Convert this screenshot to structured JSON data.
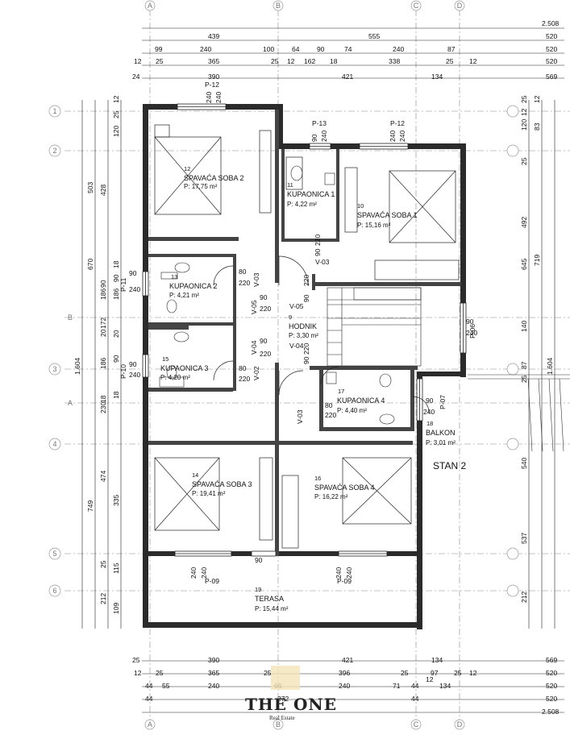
{
  "grid": {
    "columns": [
      "A",
      "B",
      "C",
      "D"
    ],
    "rows": [
      "1",
      "2",
      "3",
      "4",
      "5",
      "6",
      "A",
      "B"
    ]
  },
  "top_dims": {
    "row1": [
      "2.508"
    ],
    "row2": [
      "439",
      "555",
      "520"
    ],
    "row3": [
      "99",
      "240",
      "100",
      "64",
      "90",
      "74",
      "240",
      "87",
      "520"
    ],
    "row4": [
      "12",
      "25",
      "365",
      "25",
      "12",
      "162",
      "18",
      "338",
      "25",
      "12",
      "520"
    ],
    "row5": [
      "24",
      "390",
      "421",
      "134",
      "569"
    ]
  },
  "bottom_dims": {
    "row1": [
      "25",
      "390",
      "421",
      "134",
      "569"
    ],
    "row2": [
      "12",
      "25",
      "365",
      "25",
      "396",
      "25",
      "97",
      "25",
      "12",
      "520"
    ],
    "row3": [
      "44",
      "55",
      "240",
      "66",
      "240",
      "71",
      "44",
      "12",
      "134",
      "520"
    ],
    "row4": [
      "44",
      "272",
      "44",
      "520"
    ],
    "row5": [
      "2.508"
    ]
  },
  "left_dims": {
    "outer": [
      "1.604"
    ],
    "mid": [
      "503",
      "670",
      "749"
    ],
    "inner": [
      "428",
      "90",
      "186",
      "172",
      "20",
      "186",
      "18",
      "230",
      "474",
      "25",
      "212"
    ],
    "innermost": [
      "12",
      "25",
      "120",
      "18",
      "90",
      "186",
      "20",
      "90",
      "18",
      "335",
      "115",
      "109"
    ]
  },
  "right_dims": {
    "a": [
      "25",
      "12",
      "120",
      "25",
      "492",
      "645",
      "140",
      "25",
      "87",
      "540",
      "537",
      "212"
    ],
    "b": [
      "12",
      "83",
      "719",
      "1.604"
    ]
  },
  "openings": {
    "p12_top": "P-12",
    "p13": "P-13",
    "p12_right": "P-12",
    "p11": "P-11",
    "p10": "P-10",
    "p06": "P-06",
    "p07": "P-07",
    "p09_left": "P-09",
    "p09_right": "P-09",
    "v03a": "V-03",
    "v05": "V-05",
    "v03b": "V-03",
    "v04": "V-04",
    "v02": "V-02",
    "v05b": "V-05",
    "v04b": "V-04",
    "v03c": "V-03",
    "d240": "240",
    "d90": "90",
    "d80": "80",
    "d220": "220"
  },
  "rooms": [
    {
      "num": "12",
      "name": "SPAVAĆA SOBA 2",
      "area": "P: 17,75 m²"
    },
    {
      "num": "11",
      "name": "KUPAONICA 1",
      "area": "P: 4,22 m²"
    },
    {
      "num": "10",
      "name": "SPAVAĆA SOBA 1",
      "area": "P: 15,16 m²"
    },
    {
      "num": "13",
      "name": "KUPAONICA 2",
      "area": "P: 4,21 m²"
    },
    {
      "num": "9",
      "name": "HODNIK",
      "area": "P: 3,30 m²"
    },
    {
      "num": "15",
      "name": "KUPAONICA 3",
      "area": "P: 4,20 m²"
    },
    {
      "num": "17",
      "name": "KUPAONICA 4",
      "area": "P: 4,40 m²"
    },
    {
      "num": "18",
      "name": "BALKON",
      "area": "P: 3,01 m²"
    },
    {
      "num": "14",
      "name": "SPAVAĆA SOBA 3",
      "area": "P: 19,41 m²"
    },
    {
      "num": "16",
      "name": "SPAVAĆA SOBA 4",
      "area": "P: 16,22 m²"
    },
    {
      "num": "19",
      "name": "TERASA",
      "area": "P: 15,44 m²"
    }
  ],
  "unit_label": "STAN 2",
  "logo": {
    "name": "THE ONE",
    "sub": "Real Estate"
  }
}
